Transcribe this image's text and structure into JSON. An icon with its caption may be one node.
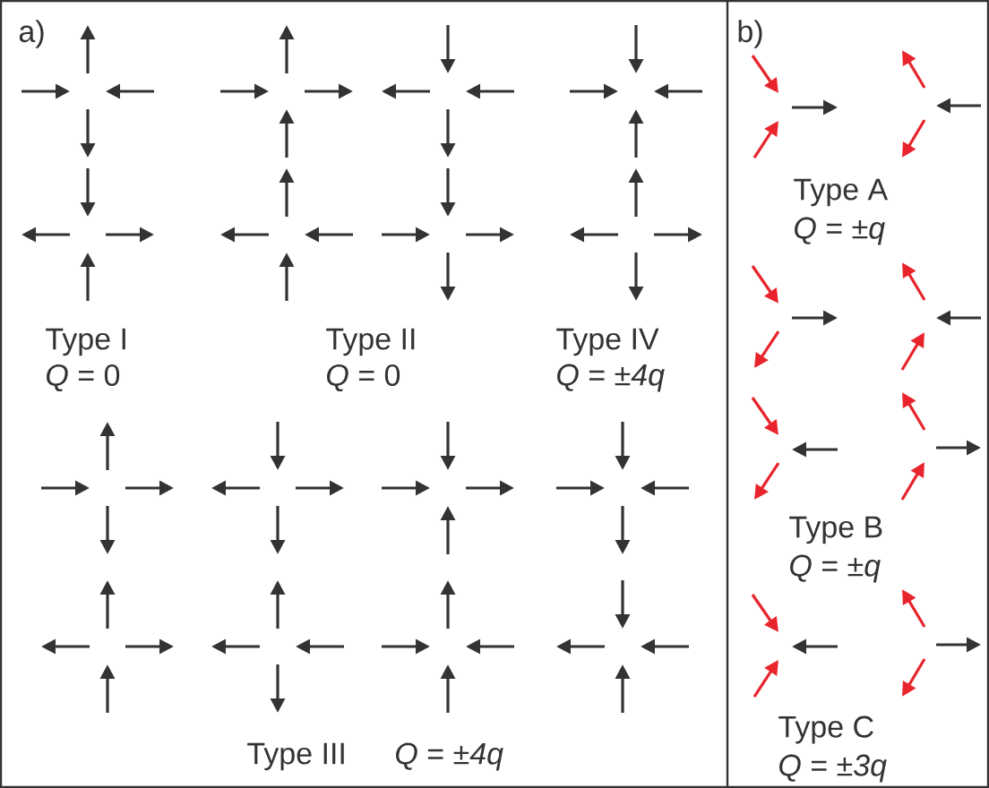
{
  "diagram": {
    "labels": [
      "a)",
      "b)",
      "Type I",
      "*Q* = 0",
      "Type II",
      "*Q* = 0",
      "Type IV",
      "*Q* = ±*4q*",
      "Type III",
      "*Q* = ±*4q*",
      "Type A",
      "*Q* = ±*q*",
      "Type B",
      "*Q* = ±*q*",
      "Type C",
      "*Q* = ±*3q*"
    ]
  }
}
